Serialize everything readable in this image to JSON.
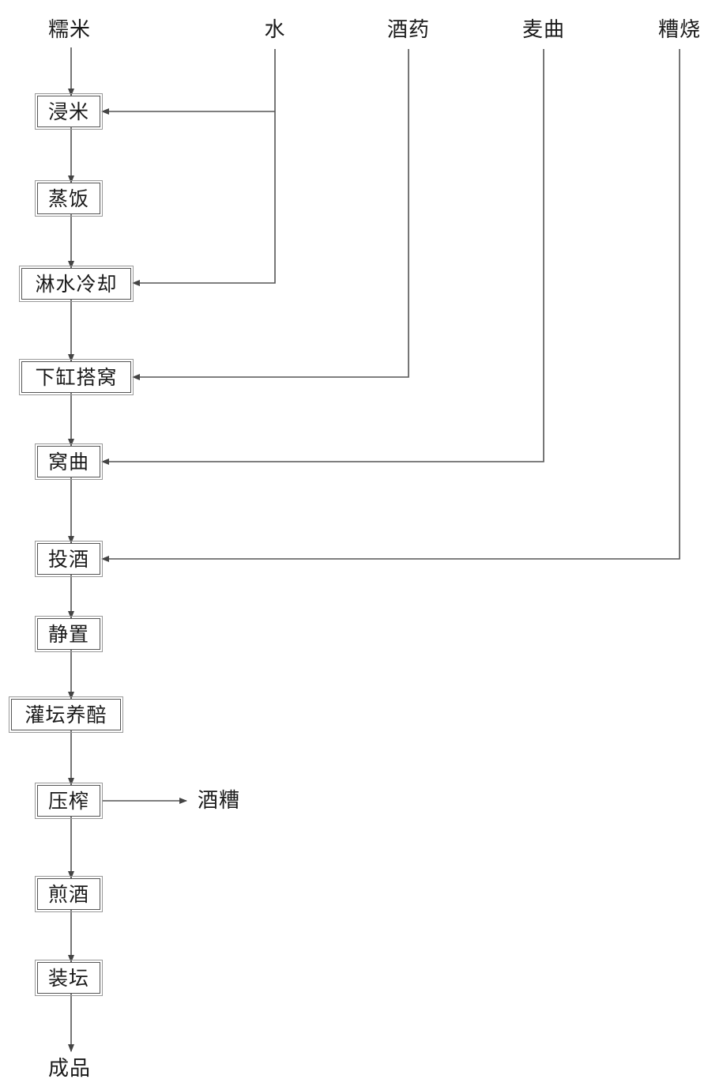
{
  "inputs": {
    "glutinous_rice": "糯米",
    "water": "水",
    "wine_medicine": "酒药",
    "wheat_koji": "麦曲",
    "zao_shao": "糟烧"
  },
  "steps": [
    "浸米",
    "蒸饭",
    "淋水冷却",
    "下缸搭窝",
    "窝曲",
    "投酒",
    "静置",
    "灌坛养醅",
    "压榨",
    "煎酒",
    "装坛"
  ],
  "byproduct": "酒糟",
  "output": "成品"
}
